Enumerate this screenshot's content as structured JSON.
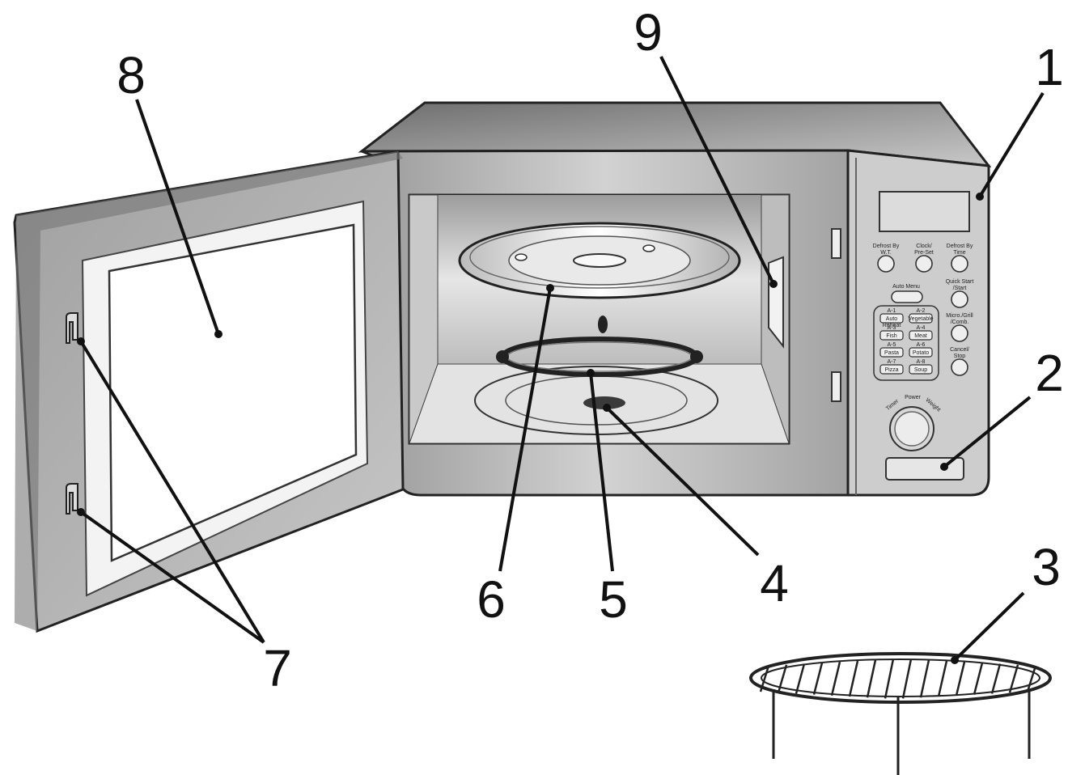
{
  "callouts": [
    {
      "id": "1",
      "label": "1"
    },
    {
      "id": "2",
      "label": "2"
    },
    {
      "id": "3",
      "label": "3"
    },
    {
      "id": "4",
      "label": "4"
    },
    {
      "id": "5",
      "label": "5"
    },
    {
      "id": "6",
      "label": "6"
    },
    {
      "id": "7",
      "label": "7"
    },
    {
      "id": "8",
      "label": "8"
    },
    {
      "id": "9",
      "label": "9"
    }
  ],
  "panel": {
    "top_buttons": [
      "Defrost By\nW.T.",
      "Clock/\nPre-Set",
      "Defrost By\nTime"
    ],
    "auto_menu": "Auto Menu",
    "right_buttons": [
      "Quick Start\n/Start",
      "Micro./Grill\n/Comb.",
      "Cancel/\nStop"
    ],
    "keypad": [
      {
        "code": "A-1",
        "name": "Auto\nReheat"
      },
      {
        "code": "A-2",
        "name": "Vegetable"
      },
      {
        "code": "A-3",
        "name": "Fish"
      },
      {
        "code": "A-4",
        "name": "Meat"
      },
      {
        "code": "A-5",
        "name": "Pasta"
      },
      {
        "code": "A-6",
        "name": "Potato"
      },
      {
        "code": "A-7",
        "name": "Pizza"
      },
      {
        "code": "A-8",
        "name": "Soup"
      }
    ],
    "dial_labels": [
      "Timer",
      "Power",
      "Weight"
    ]
  },
  "colors": {
    "ink": "#111111",
    "body": "#b4b4b4",
    "inner": "#cfcfcf",
    "dark": "#555555"
  }
}
